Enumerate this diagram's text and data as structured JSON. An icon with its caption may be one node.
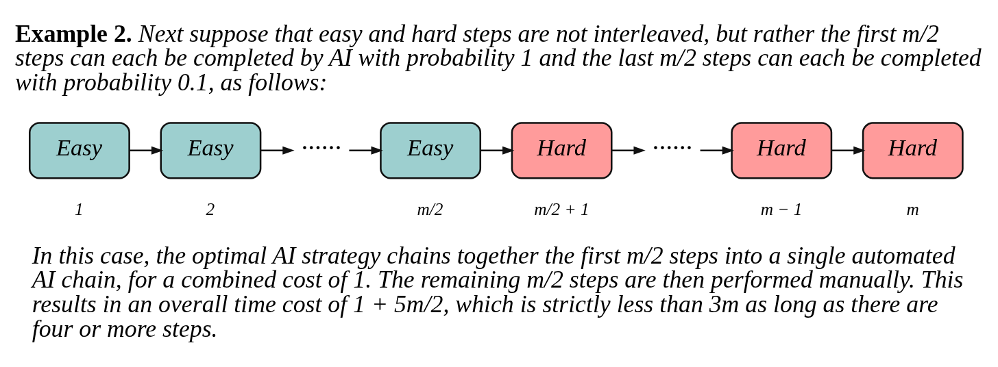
{
  "diagram": {
    "title": "**Example 2.** Next suppose that easy and hard steps are not interleaved, but rather the first m/2 steps can each be completed by AI with probability 1 and the last m/2 steps can each be completed with probability 0.1, as follows:",
    "caption": "In this case, the optimal AI strategy chains together the first m/2 steps into a single automated AI chain, for a combined cost of 1. The remaining m/2 steps are then performed manually. This results in an overall time cost of 1 + 5m/2, which is strictly less than 3m as long as there are four or more steps.",
    "nodes": [
      {
        "text": [
          "Easy"
        ],
        "beside": [
          "1"
        ]
      },
      {
        "text": [
          "Easy"
        ],
        "beside": [
          "2"
        ]
      },
      {
        "text": [
          "······"
        ]
      },
      {
        "text": [
          "Easy"
        ],
        "beside": [
          "m/2"
        ]
      },
      {
        "text": [
          "Hard"
        ],
        "beside": [
          "m/2 + 1"
        ]
      },
      {
        "text": [
          "······"
        ]
      },
      {
        "text": [
          "Hard"
        ],
        "beside": [
          "m − 1"
        ]
      },
      {
        "text": [
          "Hard"
        ],
        "beside": [
          "m"
        ]
      }
    ],
    "edges": [
      {
        "from": 0,
        "to": 1,
        "arrow": "to"
      },
      {
        "from": 1,
        "to": 2,
        "arrow": "to"
      },
      {
        "from": 2,
        "to": 3,
        "arrow": "to"
      },
      {
        "from": 3,
        "to": 4,
        "arrow": "to"
      },
      {
        "from": 4,
        "to": 5,
        "arrow": "to"
      },
      {
        "from": 5,
        "to": 6,
        "arrow": "to"
      },
      {
        "from": 6,
        "to": 7,
        "arrow": "to"
      }
    ]
  }
}
